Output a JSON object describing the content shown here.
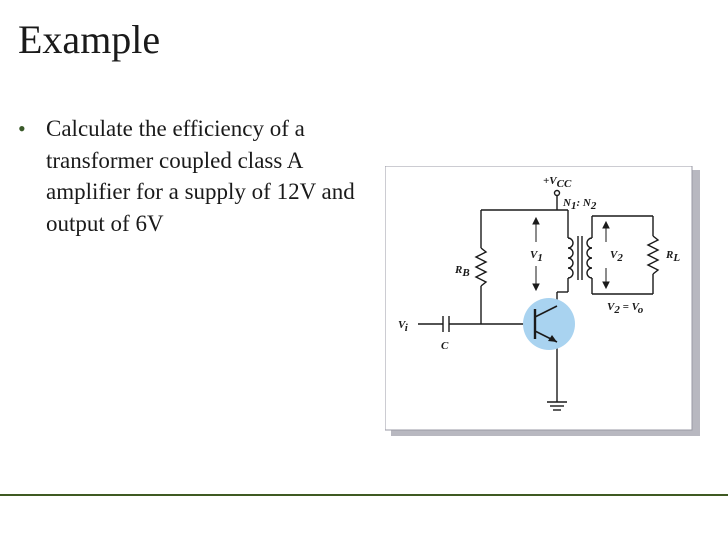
{
  "slide": {
    "title": "Example",
    "bullets": [
      {
        "marker": "•",
        "text": "Calculate the efficiency of a transformer coupled class A amplifier for a supply of 12V and output of 6V"
      }
    ]
  },
  "figure": {
    "labels": {
      "supply": "+V",
      "supply_sub": "CC",
      "turns_n1": "N",
      "turns_n1_sub": "1",
      "turns_sep": ": N",
      "turns_n2_sub": "2",
      "base_resistor": "R",
      "base_resistor_sub": "B",
      "primary_voltage": "V",
      "primary_voltage_sub": "1",
      "secondary_voltage": "V",
      "secondary_voltage_sub": "2",
      "load_resistor": "R",
      "load_resistor_sub": "L",
      "output_eq": "V",
      "output_eq_sub": "2",
      "output_eq_mid": " = V",
      "output_eq_sub2": "o",
      "input": "V",
      "input_sub": "i",
      "capacitor": "C"
    },
    "colors": {
      "transistor_fill": "#a9d3f0",
      "frame_shadow": "#b8b8c0",
      "wire": "#1a1a1a"
    }
  },
  "colors": {
    "footer_line": "#3f5a22",
    "bullet": "#3a5a2a"
  }
}
